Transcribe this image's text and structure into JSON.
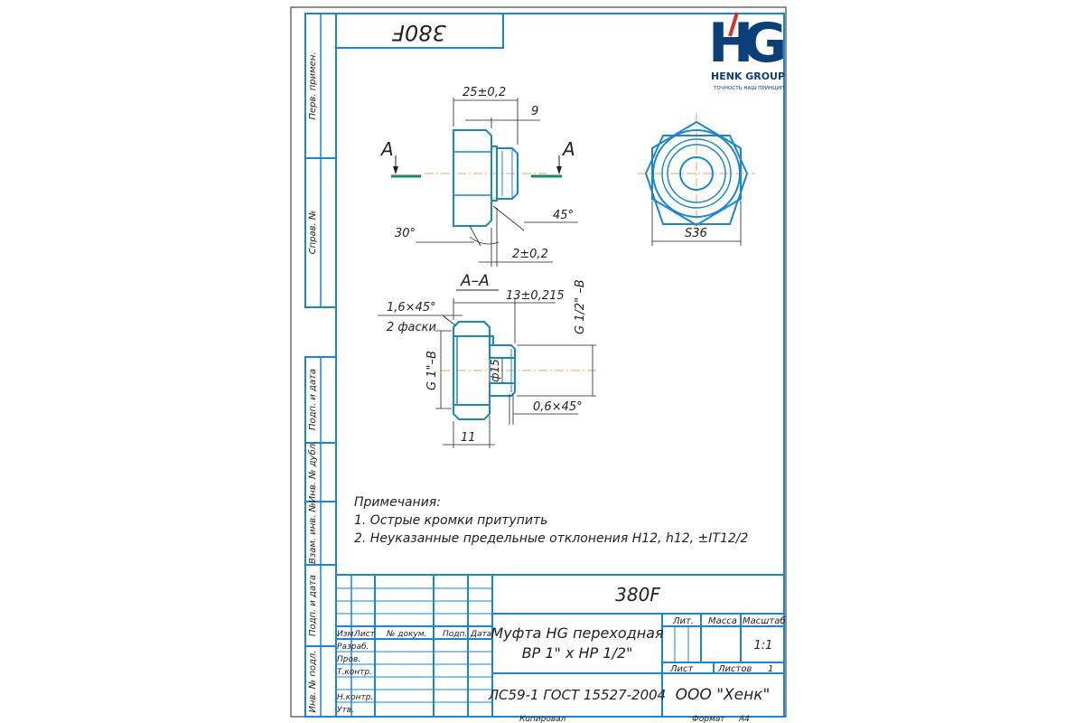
{
  "stamp_top": "380F",
  "logo": {
    "mark_h": "H",
    "mark_g": "G",
    "name": "HENK GROUP",
    "slogan": "ТОЧНОСТЬ НАШ ПРИНЦИП",
    "color_blue": "#0b3f7a",
    "color_red": "#d6322a"
  },
  "side_labels": {
    "perv_primen": "Перв. примен.",
    "sprav_no": "Справ. №",
    "podp_data1": "Подп. и дата",
    "inv_dubl": "Инв. № дубл.",
    "vzam_inv": "Взам. инв. №",
    "podp_data2": "Подп. и дата",
    "inv_podl": "Инв. № подл."
  },
  "views": {
    "section_a_left": "A",
    "section_a_right": "A",
    "dim_25": "25±0,2",
    "dim_9": "9",
    "angle_45": "45°",
    "angle_30": "30°",
    "dim_2": "2±0,2",
    "dim_s36": "S36",
    "section_title": "А–А",
    "chamfer_16": "1,6×45°",
    "chamfers_2": "2 фаски",
    "dim_13": "13±0,215",
    "thread_half": "G 1/2\" –B",
    "thread_one": "G 1\"–B",
    "diam_15": "ф15",
    "chamfer_06": "0,6×45°",
    "dim_11": "11"
  },
  "notes": {
    "title": "Примечания:",
    "line1": "1. Острые кромки притупить",
    "line2": "2. Неуказанные предельные отклонения H12, h12, ±IT12/2"
  },
  "title_block": {
    "designation": "380F",
    "col_izm": "Изм.",
    "col_list": "Лист",
    "col_docum": "№ докум.",
    "col_podp": "Подп.",
    "col_data": "Дата",
    "razrab": "Разраб.",
    "prov": "Пров.",
    "tkontr": "Т.контр.",
    "nkontr": "Н.контр.",
    "utv": "Утв.",
    "name_line1": "Муфта HG переходная",
    "name_line2": "ВР 1\" х НР 1/2\"",
    "material": "ЛС59-1 ГОСТ 15527-2004",
    "lit": "Лит.",
    "massa": "Масса",
    "masshtab": "Масштаб",
    "scale_value": "1:1",
    "list": "Лист",
    "listov": "Листов",
    "listov_value": "1",
    "company": "ООО \"Хенк\"",
    "kopiroval": "Копировал",
    "format": "Формат",
    "format_value": "А4"
  }
}
